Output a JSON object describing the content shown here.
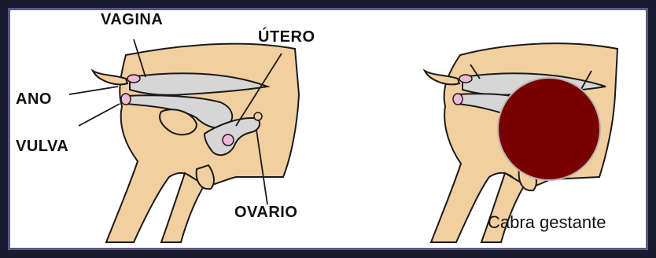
{
  "labels": {
    "vagina": "VAGINA",
    "utero": "ÚTERO",
    "ano": "ANO",
    "vulva": "VULVA",
    "ovario": "OVARIO"
  },
  "caption": "Cabra gestante",
  "colors": {
    "body": "#f2cf9e",
    "organ": "#d6d6d6",
    "outline": "#1a1a1a",
    "pink": "#f0b8d8",
    "fetus_circle": "#7a0000",
    "frame": "#1a1a2e"
  }
}
